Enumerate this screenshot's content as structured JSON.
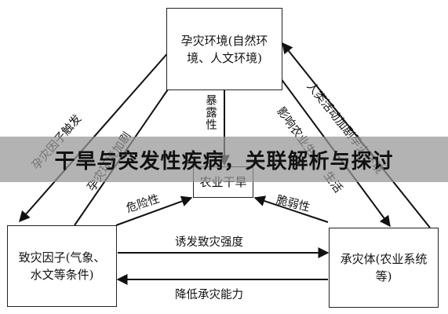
{
  "nodes": {
    "env": "孕灾环境(自然环境、人文环境)",
    "cause": "致灾因子(气象、水文等条件)",
    "bearer": "承灾体(农业系统等)",
    "center": "农业干旱"
  },
  "edges": {
    "exposure": "暴露性",
    "danger": "危险性",
    "fragility": "脆弱性",
    "induce": "诱发致灾强度",
    "reduce": "降低承灾能力",
    "trigger": "孕灾因子触发",
    "aggravate": "孕灾环境加剧",
    "human": "人类活动加剧孕灾环境",
    "impact": "影响农业生产、生活"
  },
  "banner": {
    "title": "干旱与突发性疾病，关联解析与探讨"
  }
}
